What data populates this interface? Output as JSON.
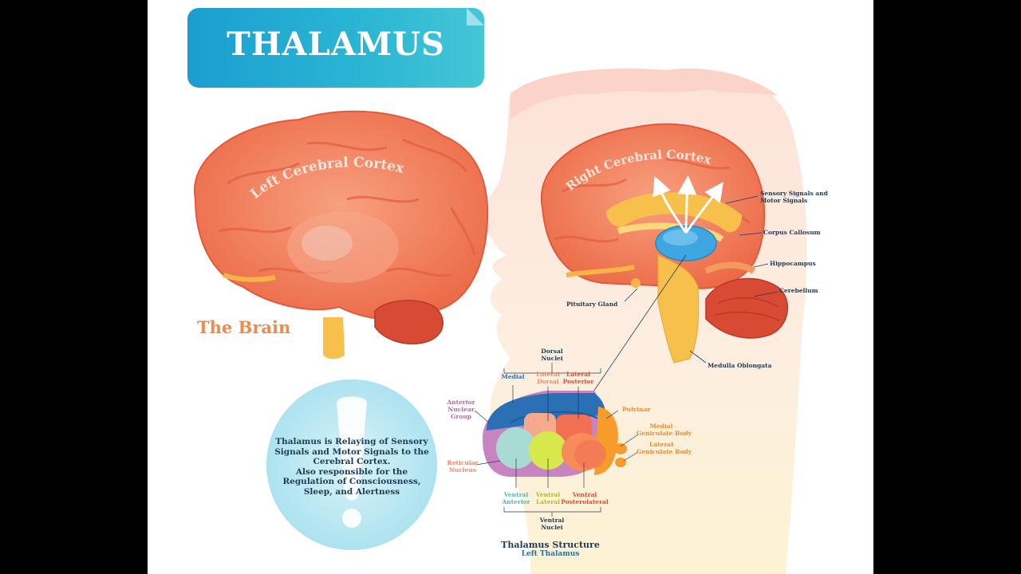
{
  "title": "THALAMUS",
  "left_brain": {
    "cortex_label": "Left Cerebral Cortex",
    "caption": "The Brain"
  },
  "right_brain": {
    "cortex_label": "Right Cerebral Cortex",
    "labels": {
      "sensory_1": "Sensory Signals and",
      "sensory_2": "Motor Signals",
      "corpus_callosum": "Corpus Callosum",
      "hippocampus": "Hippocampus",
      "cerebellum": "Cerebellum",
      "pituitary": "Pituitary Gland",
      "medulla": "Medulla Oblongata"
    }
  },
  "info": {
    "lines": [
      "Thalamus is Relaying of Sensory",
      "Signals and Motor Signals to the",
      "Cerebral Cortex.",
      "Also responsible for the",
      "Regulation of Consciousness,",
      "Sleep, and Alertness"
    ]
  },
  "structure": {
    "title": "Thalamus Structure",
    "subtitle": "Left Thalamus",
    "labels": {
      "dorsal_1": "Dorsal",
      "dorsal_2": "Nuclei",
      "medial": "Medial",
      "lateral_dorsal_1": "Lateral",
      "lateral_dorsal_2": "Dorsal",
      "lateral_posterior_1": "Lateral",
      "lateral_posterior_2": "Posterior",
      "anterior_1": "Anterior",
      "anterior_2": "Nuclear",
      "anterior_3": "Group",
      "pulvinar": "Pulvinar",
      "medial_gen_1": "Medial",
      "medial_gen_2": "Geniculate Body",
      "lateral_gen_1": "Lateral",
      "lateral_gen_2": "Geniculate Body",
      "reticular_1": "Reticular",
      "reticular_2": "Nucleus",
      "ventral_anterior_1": "Ventral",
      "ventral_anterior_2": "Anterior",
      "ventral_lateral_1": "Ventral",
      "ventral_lateral_2": "Lateral",
      "ventral_post_1": "Ventral",
      "ventral_post_2": "Posterolateral",
      "ventral_nuclei_1": "Ventral",
      "ventral_nuclei_2": "Nuclei"
    }
  },
  "colors": {
    "banner": "#1a9ed0",
    "cortex": "#f0714f",
    "thalamus": "#3ea6e0",
    "text": "#1f3b57",
    "caption": "#f08a4b"
  }
}
